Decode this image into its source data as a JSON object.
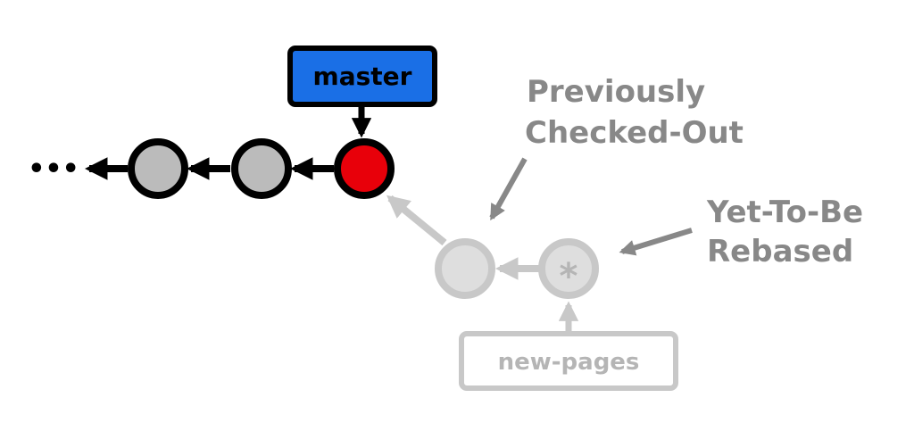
{
  "colors": {
    "outline": "#000000",
    "commit_fill": "#bbbbbb",
    "head_commit": "#e8000a",
    "branch_blue": "#1a6fe6",
    "ghost": "#c8c8c8",
    "ghost_fill": "#dedede",
    "ghost_text": "#b5b5b5",
    "annotation": "#888888"
  },
  "branches": {
    "master": {
      "label": "master"
    },
    "new_pages": {
      "label": "new-pages"
    }
  },
  "commits": {
    "ellipsis": "•••",
    "rebase_marker": "*"
  },
  "annotations": {
    "previously_checked_out": [
      "Previously",
      "Checked-Out"
    ],
    "yet_to_be_rebased": [
      "Yet-To-Be",
      "Rebased"
    ]
  }
}
